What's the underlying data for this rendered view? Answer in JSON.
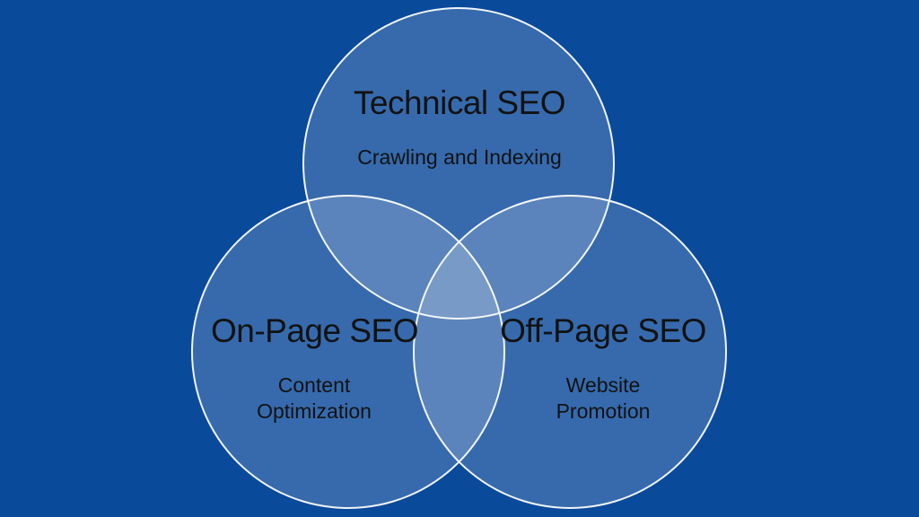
{
  "diagram": {
    "type": "venn",
    "background_color": "#0a4a9b",
    "circle_fill": "rgba(255,255,255,0.18)",
    "circle_stroke": "#ffffff",
    "text_color": "#121212",
    "circles": [
      {
        "id": "technical-seo",
        "label": "Technical SEO",
        "sublabel": "Crawling and Indexing",
        "position": "top"
      },
      {
        "id": "on-page-seo",
        "label": "On-Page SEO",
        "sublabel": "Content Optimization",
        "position": "bottom-left"
      },
      {
        "id": "off-page-seo",
        "label": "Off-Page SEO",
        "sublabel": "Website Promotion",
        "position": "bottom-right"
      }
    ]
  }
}
